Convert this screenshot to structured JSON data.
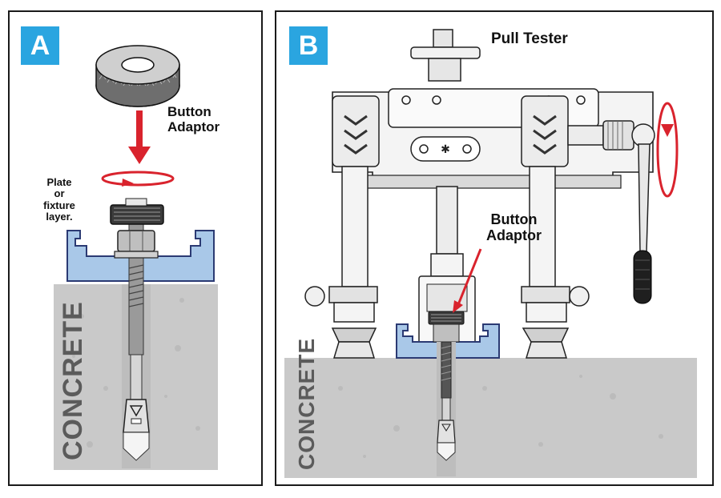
{
  "panel_a": {
    "badge": "A",
    "button_adaptor_label_line1": "Button",
    "button_adaptor_label_line2": "Adaptor",
    "plate_label_line1": "Plate",
    "plate_label_line2": "or",
    "plate_label_line3": "fixture",
    "plate_label_line4": "layer.",
    "concrete_label": "CONCRETE"
  },
  "panel_b": {
    "badge": "B",
    "pull_tester_label": "Pull Tester",
    "button_adaptor_label_line1": "Button",
    "button_adaptor_label_line2": "Adaptor",
    "concrete_label": "CONCRETE"
  },
  "colors": {
    "badge_blue": "#2aa5e0",
    "arrow_red": "#d9232d",
    "plate_blue": "#a9c8e8",
    "concrete_gray": "#c9c9c9"
  }
}
